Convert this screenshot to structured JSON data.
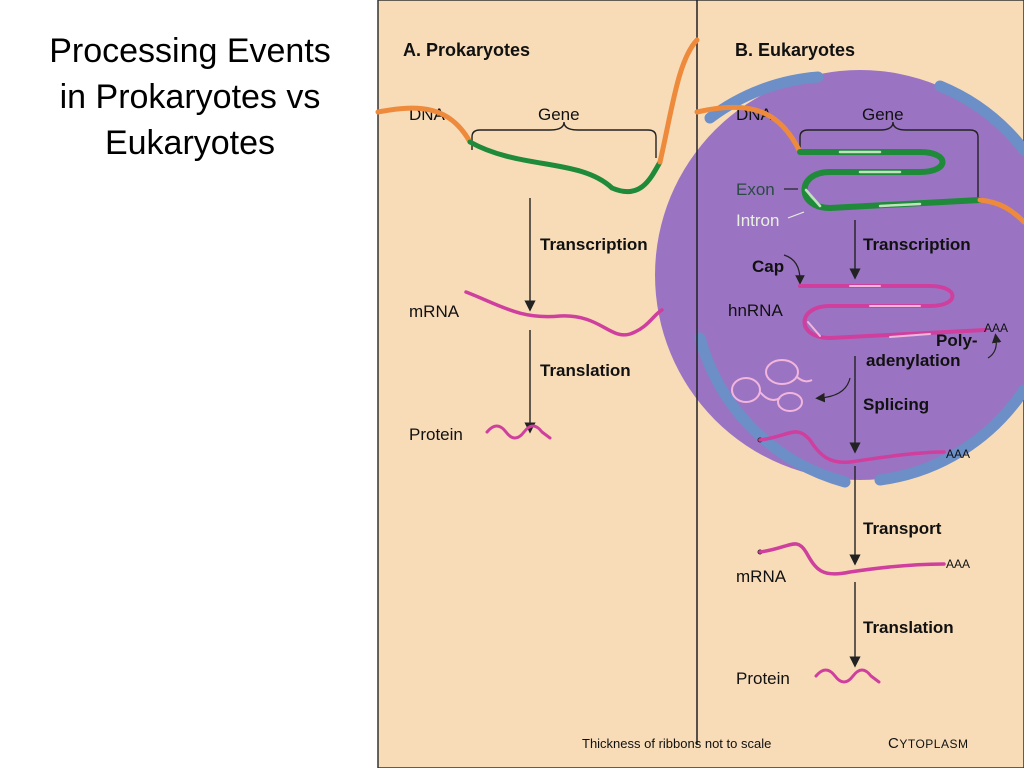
{
  "slide": {
    "title_lines": [
      "Processing Events",
      "in Prokaryotes vs",
      "Eukaryotes"
    ]
  },
  "panel_a": {
    "heading": "A. Prokaryotes",
    "dna": "DNA",
    "gene": "Gene",
    "transcription": "Transcription",
    "mrna": "mRNA",
    "translation": "Translation",
    "protein": "Protein"
  },
  "panel_b": {
    "heading": "B. Eukaryotes",
    "dna": "DNA",
    "gene": "Gene",
    "exon": "Exon",
    "intron": "Intron",
    "transcription": "Transcription",
    "cap": "Cap",
    "hnrna": "hnRNA",
    "aaa_1": "AAA",
    "poly_line1": "Poly-",
    "poly_line2": "adenylation",
    "splicing": "Splicing",
    "aaa_2": "AAA",
    "transport": "Transport",
    "mrna": "mRNA",
    "aaa_3": "AAA",
    "translation": "Translation",
    "protein": "Protein"
  },
  "footer": {
    "note": "Thickness of ribbons not to scale",
    "cytoplasm_initial": "C",
    "cytoplasm_rest": "YTOPLASM"
  },
  "colors": {
    "background": "#f8dcb8",
    "nucleus_fill": "#9a74c2",
    "nuclear_envelope": "#6c8fc8",
    "dna": "#ee8a3c",
    "exon": "#1e8a3a",
    "intron": "#bfe3bd",
    "rna": "#cf3f9e",
    "rna_light": "#f2b5dc"
  }
}
